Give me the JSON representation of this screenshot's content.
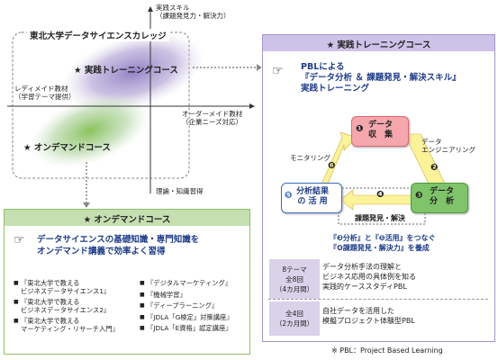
{
  "quadrant": {
    "axis_top": "実践スキル\n（課題発見力・解決力）",
    "axis_bottom": "理論・知識習得",
    "axis_left": "レディメイド教材\n（学習テーマ提供）",
    "axis_right": "オーダーメイド教材\n（企業ニーズ対応）",
    "college_label": "東北大学データサイエンスカレッジ",
    "practice_label": "★ 実践トレーニングコース",
    "ondemand_label": "★ オンデマンドコース"
  },
  "ondemand_box": {
    "title": "★ オンデマンドコース",
    "headline": "データサイエンスの基礎知識・専門知識を\nオンデマンド講義で効率よく習得",
    "left_items": [
      "『東北大学で教える\nビジネスデータサイエンス1』",
      "『東北大学で教える\nビジネスデータサイエンス2』",
      "『東北大学で教える\nマーケティング・リサーチ入門』"
    ],
    "right_items": [
      "『デジタルマーケティング』",
      "『機械学習』",
      "『ディープラーニング』",
      "『JDLA「G検定」対策講座』",
      "『JDLA「E資格」認定講座』"
    ]
  },
  "practice_box": {
    "title": "★ 実践トレーニングコース",
    "headline": "PBLによる\n『データ分析 ＆ 課題発見・解決スキル』\n実践トレーニング",
    "cycle": {
      "node1_num": "❶",
      "node1_label": "データ\n収　集",
      "node3_num": "❸",
      "node3_label": "データ\n分　析",
      "node5_num": "❺",
      "node5_label": "分析結果\nの 活 用",
      "step2": "❷",
      "step4": "❹",
      "step6": "❻",
      "label_engineering": "データ\nエンジニアリング",
      "label_monitoring": "モニタリング",
      "label_problem": "課題発見・解決"
    },
    "connect_note": "『❸分析』と『❺活用』をつなぐ\n『❹課題発見・解決力』を養成",
    "table": [
      {
        "left": "8テーマ\n全8回\n（4カ月間）",
        "right": "データ分析手法の理解と\nビジネス応用の具体例を知る\n実践的ケーススタディPBL"
      },
      {
        "left": "全4回\n（2カ月間）",
        "right": "自社データを活用した\n模擬プロジェクト体験型PBL"
      }
    ]
  },
  "footnote": "※ PBL：Project Based Learning"
}
